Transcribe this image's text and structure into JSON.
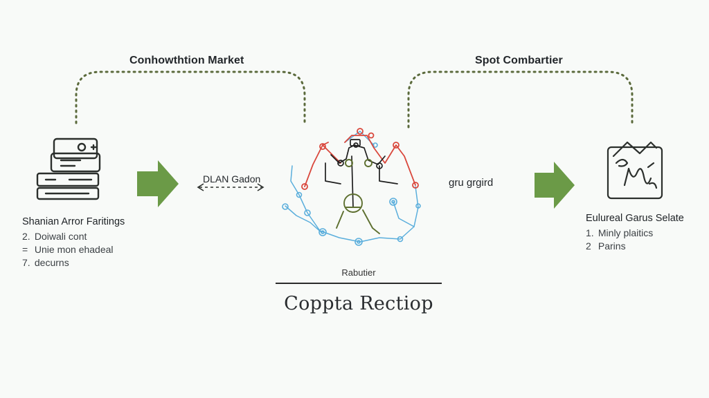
{
  "diagram": {
    "top_left_label": "Conhowthtion Market",
    "top_right_label": "Spot Combartier",
    "mid_left_label": "DLAN Gadon",
    "mid_right_label": "gru grgird",
    "left_block": {
      "heading": "Shanian Arror Faritings",
      "items": [
        {
          "marker": "2.",
          "text": "Doiwali cont"
        },
        {
          "marker": "=",
          "text": "Unie mon ehadeal"
        },
        {
          "marker": "7.",
          "text": "decurns"
        }
      ]
    },
    "right_block": {
      "heading": "Eulureal Garus Selate",
      "items": [
        {
          "marker": "1.",
          "text": "Minly plaitics"
        },
        {
          "marker": "2",
          "text": "Parins"
        }
      ]
    },
    "caption_subtitle": "Rabutier",
    "caption_title": "Coppta Rectiop",
    "colors": {
      "dotted_link": "#5b6a3c",
      "arrow_fill": "#6b9a47",
      "icon_stroke": "#2b2f2c",
      "network_red": "#d9473c",
      "network_blue": "#5aaedc",
      "network_green": "#5d6f2f",
      "network_black": "#1e1e1e",
      "divider": "#2a2a2a"
    },
    "icons": [
      "server-stack-icon",
      "network-figure-icon",
      "framed-sketch-icon",
      "right-arrow-icon",
      "double-arrow-icon"
    ]
  }
}
